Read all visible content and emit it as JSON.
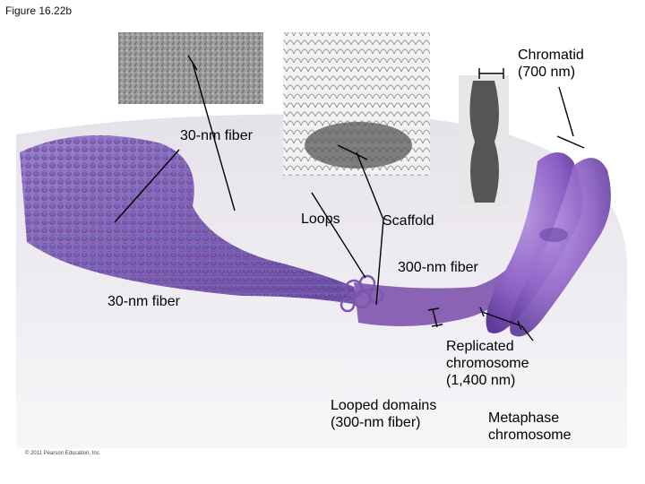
{
  "figure": {
    "caption": "Figure 16.22b",
    "copyright": "© 2011 Pearson Education, Inc."
  },
  "labels": {
    "chromatid": "Chromatid",
    "chromatid_size": "(700 nm)",
    "fiber_30nm_top": "30-nm fiber",
    "loops": "Loops",
    "scaffold": "Scaffold",
    "fiber_300nm": "300-nm fiber",
    "fiber_30nm_left": "30-nm fiber",
    "replicated_1": "Replicated",
    "replicated_2": "chromosome",
    "replicated_3": "(1,400 nm)",
    "looped_1": "Looped domains",
    "looped_2": "(300-nm fiber)",
    "metaphase_1": "Metaphase",
    "metaphase_2": "chromosome"
  },
  "colors": {
    "fiber": "#8a63b5",
    "fiber_dark": "#5d3a8e",
    "fiber_light": "#b89ad8",
    "chromosome": "#8e63c7",
    "chromosome_dark": "#6a45a6",
    "micrograph": "#9a9a9a",
    "leader_line": "#000000"
  }
}
